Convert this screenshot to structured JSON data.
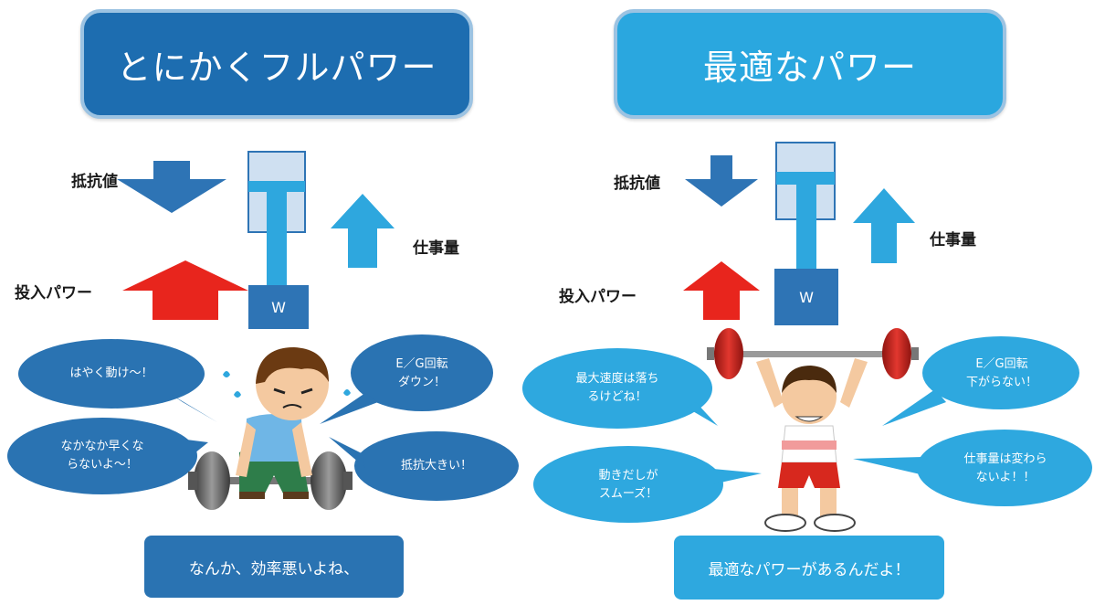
{
  "left_panel": {
    "title": "とにかくフルパワー",
    "resistance_label": "抵抗値",
    "work_label": "仕事量",
    "input_power_label": "投入パワー",
    "weight_label": "W",
    "bubbles": [
      "はやく動け～！",
      "なかなか早くな\nらないよ～！",
      "E／G回転\nダウン！",
      "抵抗大きい！"
    ],
    "summary": "なんか、効率悪いよね、"
  },
  "right_panel": {
    "title": "最適なパワー",
    "resistance_label": "抵抗値",
    "work_label": "仕事量",
    "input_power_label": "投入パワー",
    "weight_label": "W",
    "bubbles": [
      "最大速度は落ち\nるけどね！",
      "動きだしが\nスムーズ！",
      "E／G回転\n下がらない！",
      "仕事量は変わら\nないよ！！"
    ],
    "summary": "最適なパワーがあるんだよ！"
  },
  "colors": {
    "left_title_bg": "#1d6db0",
    "right_title_bg": "#2aa7df",
    "dark_blue": "#2e74b5",
    "light_blue": "#2ea7de",
    "red": "#e8251d",
    "left_bubble": "#2a73b2",
    "right_bubble": "#2ea8df"
  }
}
